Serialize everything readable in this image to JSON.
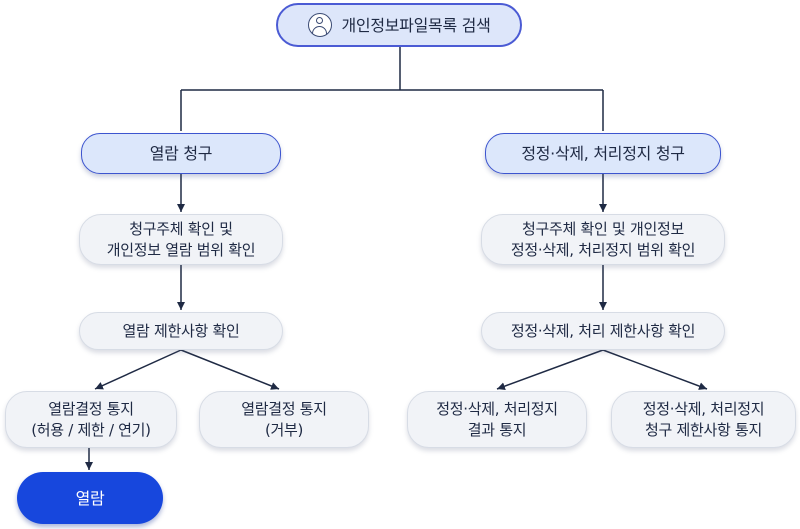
{
  "root": {
    "label": "개인정보파일목록 검색",
    "icon": "user-avatar-icon"
  },
  "branches": {
    "view": {
      "request": "열람 청구",
      "verify": [
        "청구주체 확인 및",
        "개인정보 열람 범위 확인"
      ],
      "restriction": "열람 제한사항 확인",
      "notice_allowed": [
        "열람결정 통지",
        "(허용 / 제한 / 연기)"
      ],
      "notice_denied": [
        "열람결정 통지",
        "(거부)"
      ],
      "final": "열람"
    },
    "correct": {
      "request": "정정·삭제, 처리정지 청구",
      "verify": [
        "청구주체 확인 및 개인정보",
        "정정·삭제, 처리정지 범위 확인"
      ],
      "restriction": "정정·삭제, 처리 제한사항 확인",
      "notice_result": [
        "정정·삭제, 처리정지",
        "결과 통지"
      ],
      "notice_restriction": [
        "정정·삭제, 처리정지",
        "청구 제한사항 통지"
      ]
    }
  },
  "colors": {
    "line": "#1f2a44",
    "category_fill": "#dce7fb",
    "category_border": "#3d55cf",
    "step_fill": "#f1f3f7",
    "final_fill": "#1747dd"
  }
}
